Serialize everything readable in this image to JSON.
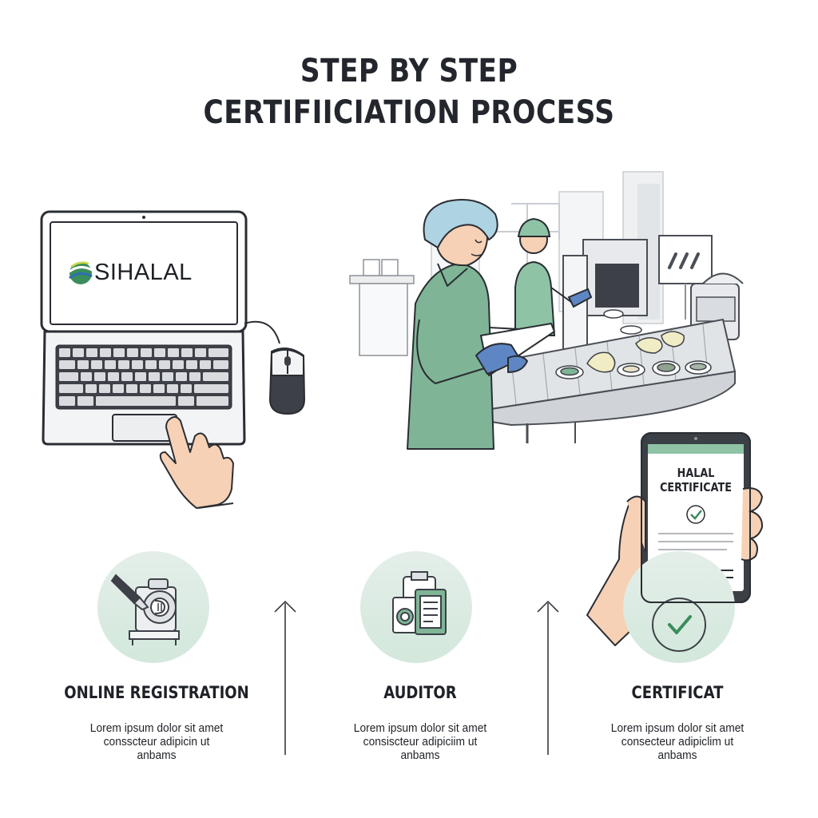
{
  "header": {
    "line1": "STEP BY STEP",
    "line2": "CERTIFIICIATION PROCESS"
  },
  "laptop": {
    "logo_text": "SIHALAL"
  },
  "phone": {
    "certificate_line1": "HALAL",
    "certificate_line2": "CERTIFICATE"
  },
  "steps": [
    {
      "title": "ONLINE REGISTRATION",
      "desc": [
        "Lorem ipsum dolor sit amet",
        "consscteur adipicin ut",
        "anbams"
      ],
      "icon": "registration-machine-icon"
    },
    {
      "title": "AUDITOR",
      "desc": [
        "Lorem ipsum dolor sit amet",
        "consiscteur adipiciim ut",
        "anbams"
      ],
      "icon": "audit-kit-icon"
    },
    {
      "title": "CERTIFICAT",
      "desc": [
        "Lorem ipsum dolor sit amet",
        "consecteur adipiclim ut",
        "anbams"
      ],
      "icon": "check-badge-icon"
    }
  ],
  "colors": {
    "accent_green": "#8ec3a6",
    "scrub_green": "#7fb596",
    "circle_bg": "#e3efe6",
    "glove_blue": "#5f86c4",
    "skin": "#f7d1b5",
    "line": "#2a2d33"
  }
}
